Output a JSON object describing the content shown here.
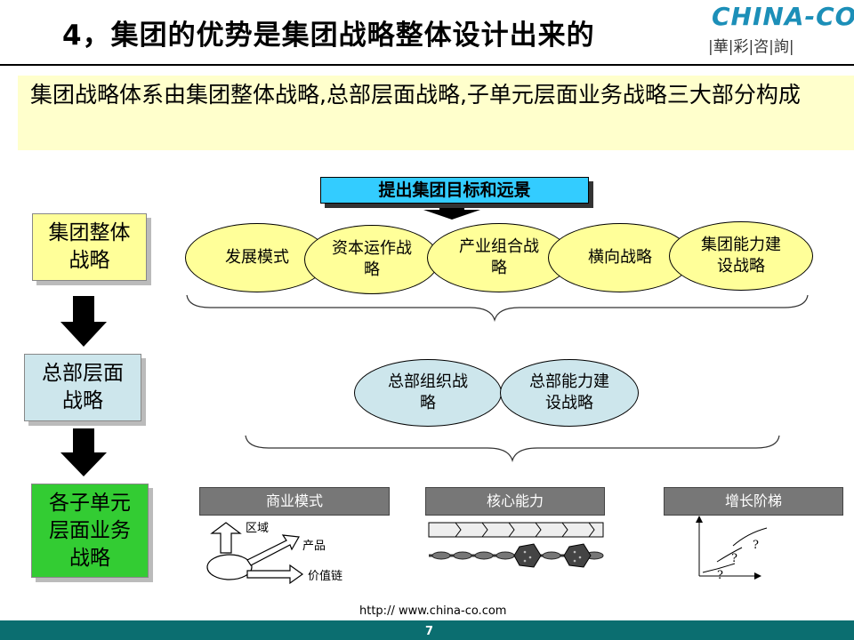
{
  "header": {
    "title": "4，集团的优势是集团战略整体设计出来的",
    "logo_text": "CHINA-CO",
    "logo_sub": "|華|彩|咨|詢|"
  },
  "banner": {
    "text": "集团战略体系由集团整体战略,总部层面战略,子单元层面业务战略三大部分构成"
  },
  "goal": "提出集团目标和远景",
  "stages": [
    {
      "label": "集团整体战略"
    },
    {
      "label": "总部层面战略"
    },
    {
      "label": "各子单元层面业务战略"
    }
  ],
  "group_strategies": [
    "发展模式",
    "资本运作战略",
    "产业组合战略",
    "横向战略",
    "集团能力建设战略"
  ],
  "hq_strategies": [
    "总部组织战略",
    "总部能力建设战略"
  ],
  "business": {
    "headers": [
      "商业模式",
      "核心能力",
      "增长阶梯"
    ],
    "model_labels": [
      "区域",
      "产品",
      "价值链"
    ],
    "question_mark": "?"
  },
  "footer": {
    "url": "http:// www.china-co.com",
    "page": "7"
  },
  "colors": {
    "teal": "#0b6e70",
    "yellow": "#ffff99",
    "light_blue": "#cde6ec",
    "green": "#33cc33",
    "cyan": "#33ccff",
    "logo": "#1c8fb8"
  }
}
